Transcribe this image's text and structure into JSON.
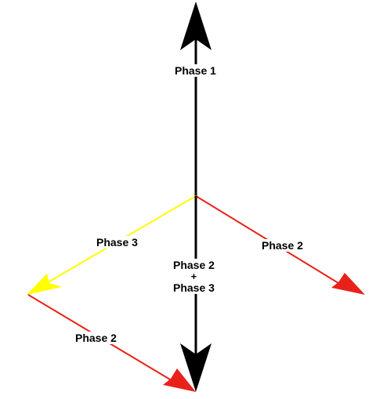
{
  "labels": {
    "phase1": "Phase 1",
    "phase2_right": "Phase 2",
    "phase3_left": "Phase 3",
    "sum_line1": "Phase 2",
    "sum_plus": "+",
    "sum_line2": "Phase 3",
    "phase2_bottom": "Phase 2"
  },
  "colors": {
    "phase1": "#000000",
    "phase2": "#e8221b",
    "phase3": "#ffff00",
    "sum": "#000000"
  }
}
